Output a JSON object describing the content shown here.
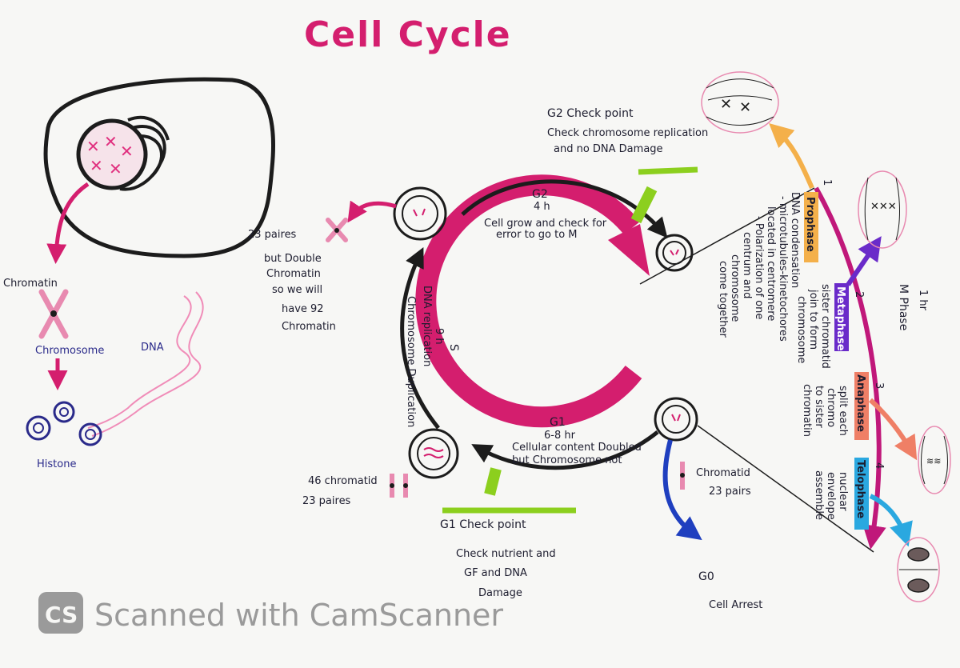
{
  "title": "Cell Cycle",
  "left": {
    "chromatin_label": "Chromatin",
    "chromosome_label": "Chromosome",
    "dna_label": "DNA",
    "histone_label": "Histone"
  },
  "g2": {
    "checkpoint_title": "G2 Check point",
    "checkpoint_line1": "Check chromosome replication",
    "checkpoint_line2": "and no DNA Damage",
    "label": "G2",
    "hours": "4 h",
    "desc_line1": "Cell grow and check for",
    "desc_line2": "error to go to M"
  },
  "s": {
    "label": "S",
    "hours": "9 h",
    "desc_line1": "DNA replication",
    "desc_line2": "Chromosome Duplication",
    "note_line1": "23 paires",
    "note_line2": "but Double",
    "note_line3": "Chromatin",
    "note_line4": "so we will",
    "note_line5": "have 92",
    "note_line6": "Chromatin"
  },
  "g1": {
    "label": "G1",
    "hours": "6-8 hr",
    "desc_line1": "Cellular content Doubled",
    "desc_line2": "but Chromosome not",
    "checkpoint_title": "G1 Check point",
    "checkpoint_line1": "Check nutrient and",
    "checkpoint_line2": "GF and DNA",
    "checkpoint_line3": "Damage",
    "chromatid_label": "Chromatid",
    "chromatid_pairs": "23 pairs",
    "left_note_line1": "46 chromatid",
    "left_note_line2": "23 paires"
  },
  "g0": {
    "label": "G0",
    "desc": "Cell Arrest"
  },
  "m": {
    "label": "M Phase",
    "hours": "1 hr",
    "prophase": {
      "num": "1",
      "name": "Prophase",
      "line1": "DNA condensation",
      "line2": "- microtubules-kinetochores",
      "line3": "located in centromere",
      "line4": "- Polarization of one",
      "line5": "centrum and",
      "line6": "chromosome",
      "line7": "come together"
    },
    "metaphase": {
      "num": "2",
      "name": "Metaphase",
      "line1": "sister chromatid",
      "line2": "join to form",
      "line3": "chromosome"
    },
    "anaphase": {
      "num": "3",
      "name": "Anaphase",
      "line1": "split each",
      "line2": "chromo",
      "line3": "to sister",
      "line4": "chromatin"
    },
    "telophase": {
      "num": "4",
      "name": "Telophase",
      "line1": "nuclear",
      "line2": "envelope",
      "line3": "assemble"
    }
  },
  "watermark": {
    "badge": "CS",
    "text": "Scanned with CamScanner"
  },
  "colors": {
    "pink": "#d41e6e",
    "magenta": "#c0187a",
    "black": "#1c1c1c",
    "lime": "#8ccf1e",
    "orange": "#f4b04a",
    "purple": "#6a2bc9",
    "blue": "#1f3fbf",
    "salmon": "#ef7f66",
    "cyan": "#2aa8e0"
  }
}
